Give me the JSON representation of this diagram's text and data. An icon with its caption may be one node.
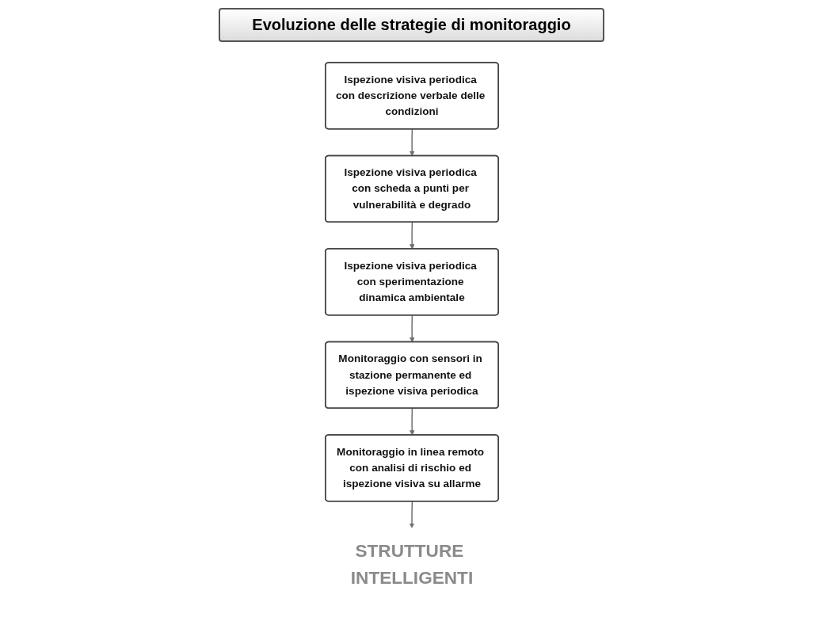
{
  "diagram": {
    "title": "Evoluzione delle strategie di monitoraggio",
    "nodes": [
      {
        "text": [
          "Ispezione visiva periodica con descrizione verbale delle condizioni"
        ]
      },
      {
        "text": [
          "Ispezione visiva periodica con scheda a punti per vulnerabilità e degrado"
        ]
      },
      {
        "text": [
          "Ispezione visiva periodica con sperimentazione dinamica ambientale"
        ]
      },
      {
        "text": [
          "Monitoraggio con sensori in stazione permanente ed ispezione visiva periodica"
        ]
      },
      {
        "text": [
          "Monitoraggio in linea remoto con analisi di rischio ed ispezione visiva su allarme"
        ]
      },
      {
        "text": [
          "STRUTTURE INTELLIGENTI"
        ]
      }
    ],
    "edges": [
      {
        "from": 0,
        "to": 1,
        "arrow": "to"
      },
      {
        "from": 1,
        "to": 2,
        "arrow": "to"
      },
      {
        "from": 2,
        "to": 3,
        "arrow": "to"
      },
      {
        "from": 3,
        "to": 4,
        "arrow": "to"
      },
      {
        "from": 4,
        "to": 5,
        "arrow": "to"
      }
    ]
  }
}
